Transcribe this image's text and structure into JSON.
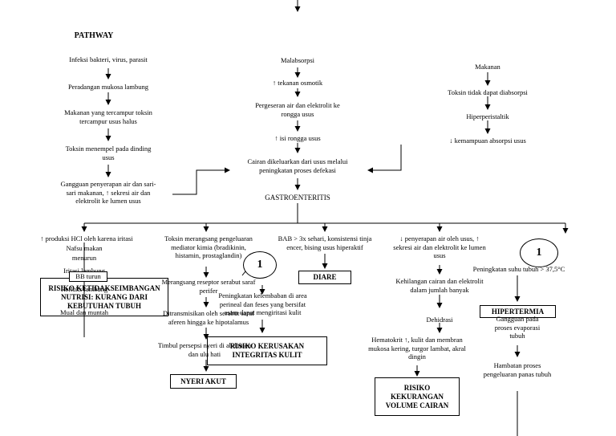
{
  "title": "PATHWAY",
  "col1": {
    "n1": "Infeksi bakteri, virus, parasit",
    "n2": "Peradangan mukosa lambung",
    "n3": "Makanan yang tercampur toksin\ntercampur usus halus",
    "n4": "Toksin menempel pada dinding\nusus",
    "n5": "Gangguan penyerapan air dan sari-\nsari makanan, ↑ sekresi air dan\nelektrolit ke lumen usus"
  },
  "col2": {
    "n1": "Malabsorpsi",
    "n2": "↑ tekanan osmotik",
    "n3": "Pergeseran air dan elektrolit ke\nrongga usus",
    "n4": "↑ isi rongga usus",
    "n5": "Cairan dikeluarkan dari usus melalui\npeningkatan proses defekasi",
    "n6": "GASTROENTERITIS"
  },
  "col3": {
    "n1": "Makanan",
    "n2": "Toksin tidak dapat diabsorpsi",
    "n3": "Hiperperistaltik",
    "n4": "↓ kemampuan absorpsi usus"
  },
  "branch1": {
    "head": "↑ produksi HCl oleh karena iritasi",
    "l1": "Nafsu makan",
    "l2": "menurun",
    "l3": "Iritasi lambung",
    "l4": "BB turun",
    "l5": "Refluks lambung",
    "l6": "Mual dan muntah",
    "dx": "RISIKO KETIDAKSEIMBANGAN\nNUTRISI: KURANG DARI\nKEBUTUHAN TUBUH"
  },
  "branch2": {
    "head": "Toksin merangsang pengeluaran\nmediator kimia (bradikinin,\nhistamin, prostaglandin)",
    "l1": "Merangsang reseptor serabut saraf\nperifer",
    "l2": "Ditransmisikan oleh serabut saraf\naferen hingga ke hipotalamus",
    "l3": "Timbul persepsi nyeri di abdomen\ndan ulu hati",
    "dx": "NYERI AKUT",
    "circle": "1"
  },
  "branch3": {
    "head": "BAB > 3x sehari, konsistensi tinja\nencer, bising usus hiperaktif",
    "dx": "DIARE",
    "l1": "Peningkatan kelembaban di area\nperineal dan feses yang bersifat\nasam dapat mengiritasi kulit",
    "dx2": "RISIKO KERUSAKAN\nINTEGRITAS KULIT"
  },
  "branch4": {
    "head": "↓ penyerapan air oleh usus, ↑\nsekresi air dan elektrolit ke lumen\nusus",
    "l1": "Kehilangan cairan dan elektrolit\ndalam jumlah banyak",
    "l2": "Dehidrasi",
    "l3": "Hematokrit ↑, kulit dan membran\nmukosa kering, turgor lambat, akral\ndingin",
    "dx": "RISIKO\nKEKURANGAN\nVOLUME CAIRAN"
  },
  "branch5": {
    "circle": "1",
    "l1": "Peningkatan suhu tubuh > 37,5°C",
    "dx": "HIPERTERMIA",
    "l2": "Gangguan pada\nproses evaporasi\ntubuh",
    "l3": "Hambatan proses\npengeluaran panas tubuh"
  }
}
